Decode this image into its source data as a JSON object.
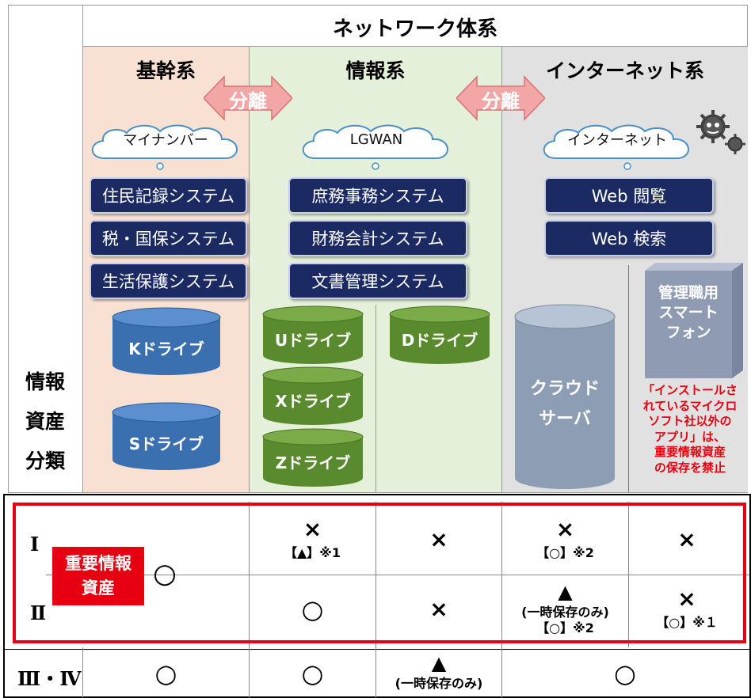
{
  "header": {
    "title": "ネットワーク体系"
  },
  "side_label": {
    "lines": [
      "情報",
      "資産",
      "分類"
    ]
  },
  "zones": {
    "kikan": "基幹系",
    "joho": "情報系",
    "internet": "インターネット系"
  },
  "separators": [
    {
      "label": "分離"
    },
    {
      "label": "分離"
    }
  ],
  "clouds": {
    "kikan": "マイナンバー",
    "joho": "LGWAN",
    "internet": "インターネット"
  },
  "systems": {
    "kikan": [
      "住民記録システム",
      "税・国保システム",
      "生活保護システム"
    ],
    "joho": [
      "庶務事務システム",
      "財務会計システム",
      "文書管理システム"
    ],
    "internet": [
      "Web 閲覧",
      "Web 検索"
    ]
  },
  "drives": {
    "k": "Kドライブ",
    "s": "Sドライブ",
    "u": "Uドライブ",
    "x": "Xドライブ",
    "z": "Zドライブ",
    "d": "Dドライブ"
  },
  "cloud_server": {
    "lines": [
      "クラウド",
      "サーバ"
    ]
  },
  "smartphone": {
    "lines": [
      "管理職用",
      "スマート",
      "フォン"
    ]
  },
  "warning": {
    "lines": [
      "「インストールさ",
      "れているマイクロ",
      "ソフト社以外の",
      "アプリ」は、",
      "重要情報資産"
    ],
    "last_prefix": "の",
    "last_emph": "保存を禁止"
  },
  "colors": {
    "kikan_bg": "#f8e1d3",
    "joho_bg": "#e4f0d9",
    "internet_bg": "#e1e1e1",
    "system_box": "#1b2a63",
    "blue_drive": "#3a6fb0",
    "green_drive": "#5a8a2e",
    "red": "#e60012"
  },
  "classification": {
    "badge": [
      "重要情報",
      "資産"
    ],
    "rows": {
      "r1": "Ⅰ",
      "r2": "Ⅱ",
      "r34": "Ⅲ・Ⅳ"
    },
    "cells": {
      "kikan_important": "○",
      "r1_joho_a": {
        "sym": "×",
        "note": "【▲】※1"
      },
      "r1_joho_b": {
        "sym": "×"
      },
      "r1_net_a": {
        "sym": "×",
        "note": "【○】※2"
      },
      "r1_net_b": {
        "sym": "×"
      },
      "r2_joho_a": {
        "sym": "○"
      },
      "r2_joho_b": {
        "sym": "×"
      },
      "r2_net_a": {
        "sym": "▲",
        "note1": "(一時保存のみ)",
        "note2": "【○】※2"
      },
      "r2_net_b": {
        "sym": "×",
        "note": "【○】※１"
      },
      "r34_kikan": {
        "sym": "○"
      },
      "r34_joho_a": {
        "sym": "○"
      },
      "r34_joho_b": {
        "sym": "▲",
        "note": "(一時保存のみ)"
      },
      "r34_net": {
        "sym": "○"
      }
    }
  }
}
